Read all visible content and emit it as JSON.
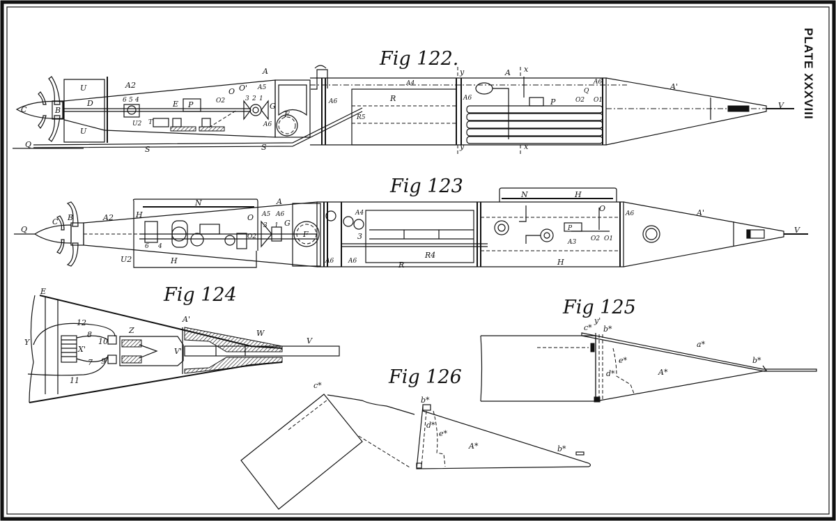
{
  "plate": {
    "label": "PLATE XXXVIII"
  },
  "figures": [
    {
      "title": "Fig 122.",
      "labels": [
        "C",
        "B",
        "D",
        "U",
        "U",
        "A2",
        "A",
        "E",
        "P",
        "O",
        "O'",
        "O2",
        "A5",
        "A6",
        "G",
        "F",
        "A6",
        "R5",
        "A4",
        "R",
        "A6",
        "y",
        "y",
        "x",
        "x",
        "A",
        "P",
        "Q",
        "O2",
        "O1",
        "A6",
        "A'",
        "V",
        "U2",
        "T",
        "S",
        "S",
        "Q",
        "6",
        "5",
        "4",
        "3",
        "2",
        "1"
      ]
    },
    {
      "title": "Fig 123",
      "labels": [
        "Q",
        "C",
        "B",
        "A2",
        "U2",
        "H",
        "N",
        "H",
        "A",
        "O",
        "O2",
        "A5",
        "A6",
        "G",
        "F",
        "3",
        "1",
        "6",
        "4",
        "A4",
        "3",
        "A6",
        "A6",
        "R4",
        "R",
        "N",
        "H",
        "O",
        "P",
        "A3",
        "O2",
        "O1",
        "H",
        "A6",
        "A'",
        "V"
      ]
    },
    {
      "title": "Fig 124",
      "labels": [
        "E",
        "Y",
        "12",
        "8",
        "10",
        "X'",
        "9",
        "7",
        "11",
        "Z",
        "A'",
        "V'",
        "W",
        "V"
      ]
    },
    {
      "title": "Fig 125",
      "labels": [
        "c*",
        "y'",
        "b*",
        "a*",
        "e*",
        "d*",
        "A*",
        "b*"
      ]
    },
    {
      "title": "Fig 126",
      "labels": [
        "c*",
        "b*",
        "d*",
        "e*",
        "A*",
        "b*"
      ]
    }
  ]
}
